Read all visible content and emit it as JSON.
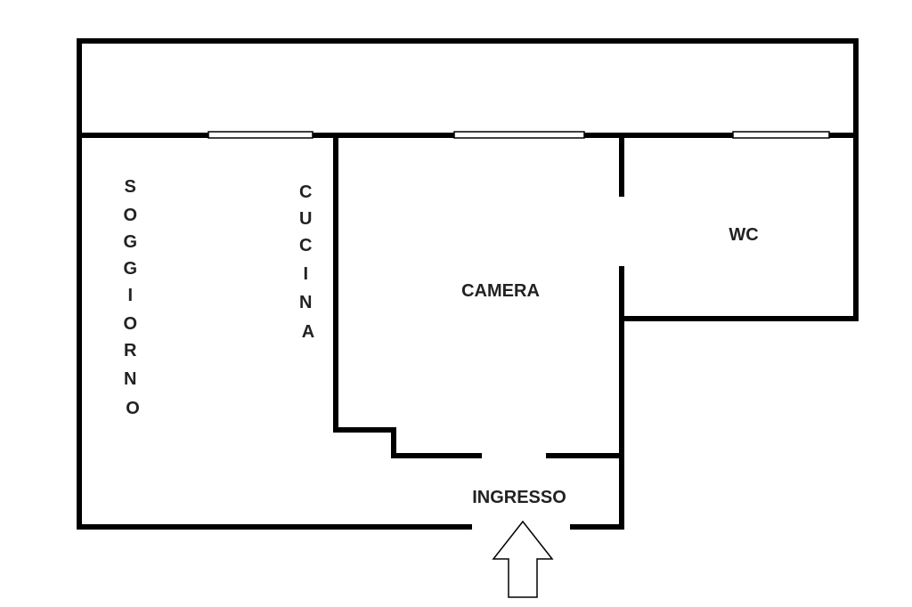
{
  "rooms": {
    "soggiorno": "SOGGIORNO",
    "cucina": "CUCINA",
    "camera": "CAMERA",
    "wc": "WC",
    "ingresso": "INGRESSO"
  }
}
